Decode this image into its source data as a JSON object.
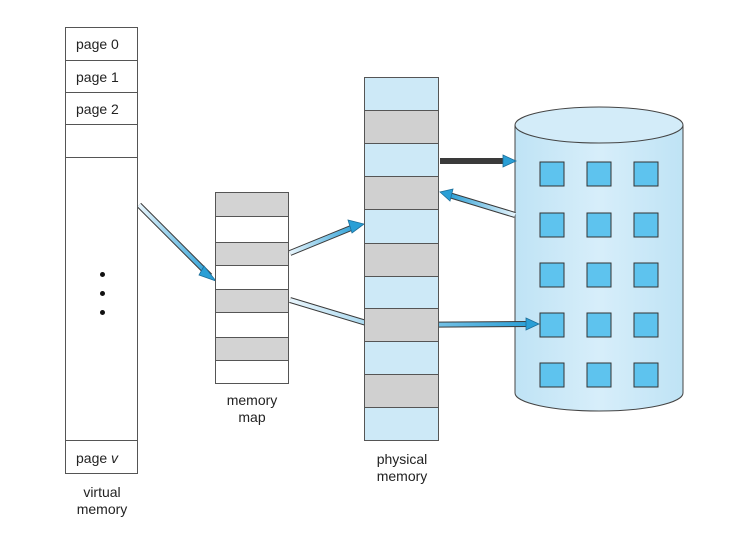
{
  "virtual_memory": {
    "pages": [
      "page 0",
      "page 1",
      "page 2"
    ],
    "last_page_prefix": "page ",
    "last_page_var": "v",
    "label_line1": "virtual",
    "label_line2": "memory"
  },
  "memory_map": {
    "label_line1": "memory",
    "label_line2": "map"
  },
  "physical_memory": {
    "label_line1": "physical",
    "label_line2": "memory"
  },
  "colors": {
    "arrow": "#2a9fd6",
    "frame_fill": "#cde9f7",
    "slot_gray": "#d0d0d0",
    "disk_block": "#5ec3ee"
  }
}
